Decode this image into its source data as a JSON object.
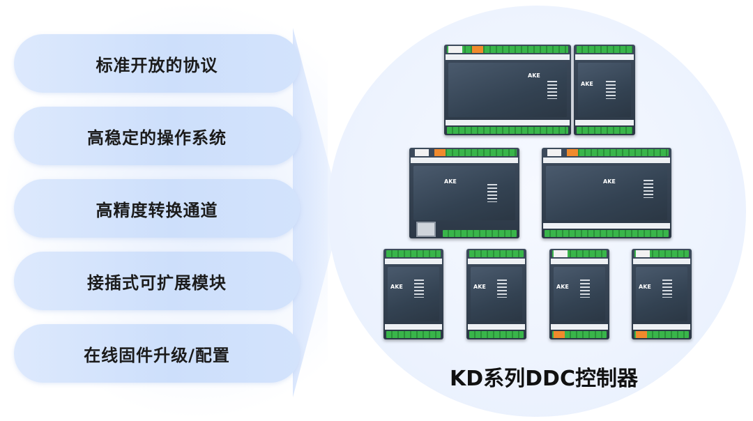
{
  "features": [
    {
      "label": "标准开放的协议"
    },
    {
      "label": "高稳定的操作系统"
    },
    {
      "label": "高精度转换通道"
    },
    {
      "label": "接插式可扩展模块"
    },
    {
      "label": "在线固件升级/配置"
    }
  ],
  "product": {
    "caption": "KD系列DDC控制器",
    "brand": "AKE",
    "image": "ddc-controller-modules-photo"
  },
  "colors": {
    "pill": "#d3e3fc",
    "device_body": "#323f4e",
    "terminal_green": "#39b54a",
    "terminal_orange": "#f08a2c"
  }
}
